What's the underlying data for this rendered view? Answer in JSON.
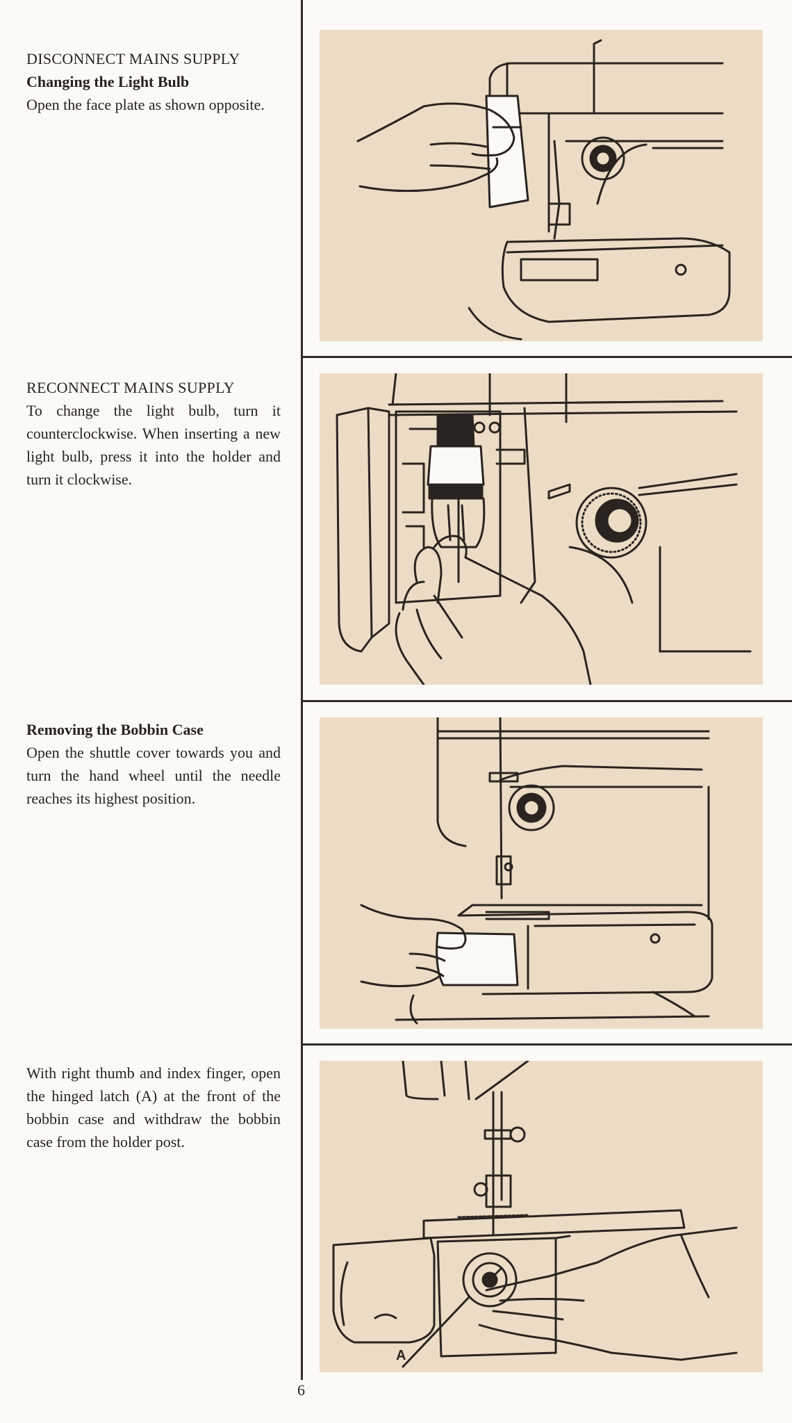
{
  "sections": [
    {
      "lines": [
        "DISCONNECT MAINS SUPPLY",
        "Changing the Light Bulb",
        "Open the face plate as shown opposite."
      ]
    },
    {
      "lines": [
        "RECONNECT MAINS SUPPLY",
        "To change the light bulb, turn it counterclockwise. When inserting a new light bulb, press it into the holder and turn it clockwise."
      ]
    },
    {
      "lines": [
        "Removing the Bobbin Case",
        "Open the shuttle cover towards you and turn the hand wheel until the needle reaches its highest position."
      ]
    },
    {
      "lines": [
        "With right thumb and index finger, open the hinged latch (A) at the front of the bobbin case and withdraw the bobbin case from the holder post."
      ]
    }
  ],
  "illustrations": {
    "bobbin_label": "A"
  },
  "page_number": "6",
  "colors": {
    "illustration_background": "#ecdcc6",
    "line_art": "#2a2420",
    "page_background": "#fbfaf7"
  }
}
